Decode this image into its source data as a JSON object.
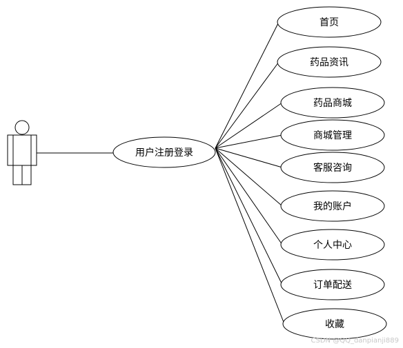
{
  "actor": {
    "label": ""
  },
  "central": {
    "label": "用户注册登录"
  },
  "use_cases": [
    {
      "id": "homepage",
      "label": "首页"
    },
    {
      "id": "drug-info",
      "label": "药品资讯"
    },
    {
      "id": "drug-mall",
      "label": "药品商城"
    },
    {
      "id": "mall-management",
      "label": "商城管理"
    },
    {
      "id": "customer-service",
      "label": "客服咨询"
    },
    {
      "id": "my-account",
      "label": "我的账户"
    },
    {
      "id": "personal-center",
      "label": "个人中心"
    },
    {
      "id": "order-delivery",
      "label": "订单配送"
    },
    {
      "id": "favorites",
      "label": "收藏"
    }
  ],
  "watermark": "CSDN @QQ_danpianji889",
  "colors": {
    "stroke": "#000000",
    "fill": "#ffffff",
    "watermark": "#c8c8c8"
  }
}
